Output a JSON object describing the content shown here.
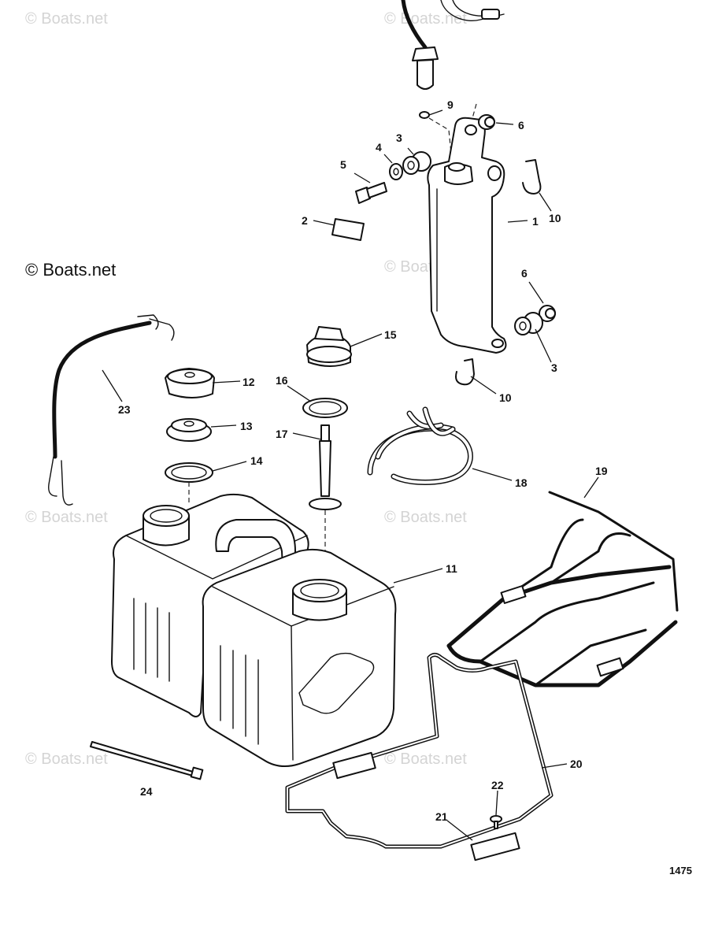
{
  "watermark_text": "© Boats.net",
  "figure_number": "1475",
  "callouts": {
    "c1": "1",
    "c2": "2",
    "c3a": "3",
    "c3b": "3",
    "c4": "4",
    "c5": "5",
    "c6a": "6",
    "c6b": "6",
    "c9": "9",
    "c10a": "10",
    "c10b": "10",
    "c11": "11",
    "c12": "12",
    "c13": "13",
    "c14": "14",
    "c15": "15",
    "c16": "16",
    "c17": "17",
    "c18": "18",
    "c19": "19",
    "c20": "20",
    "c21": "21",
    "c22": "22",
    "c23": "23",
    "c24": "24"
  }
}
